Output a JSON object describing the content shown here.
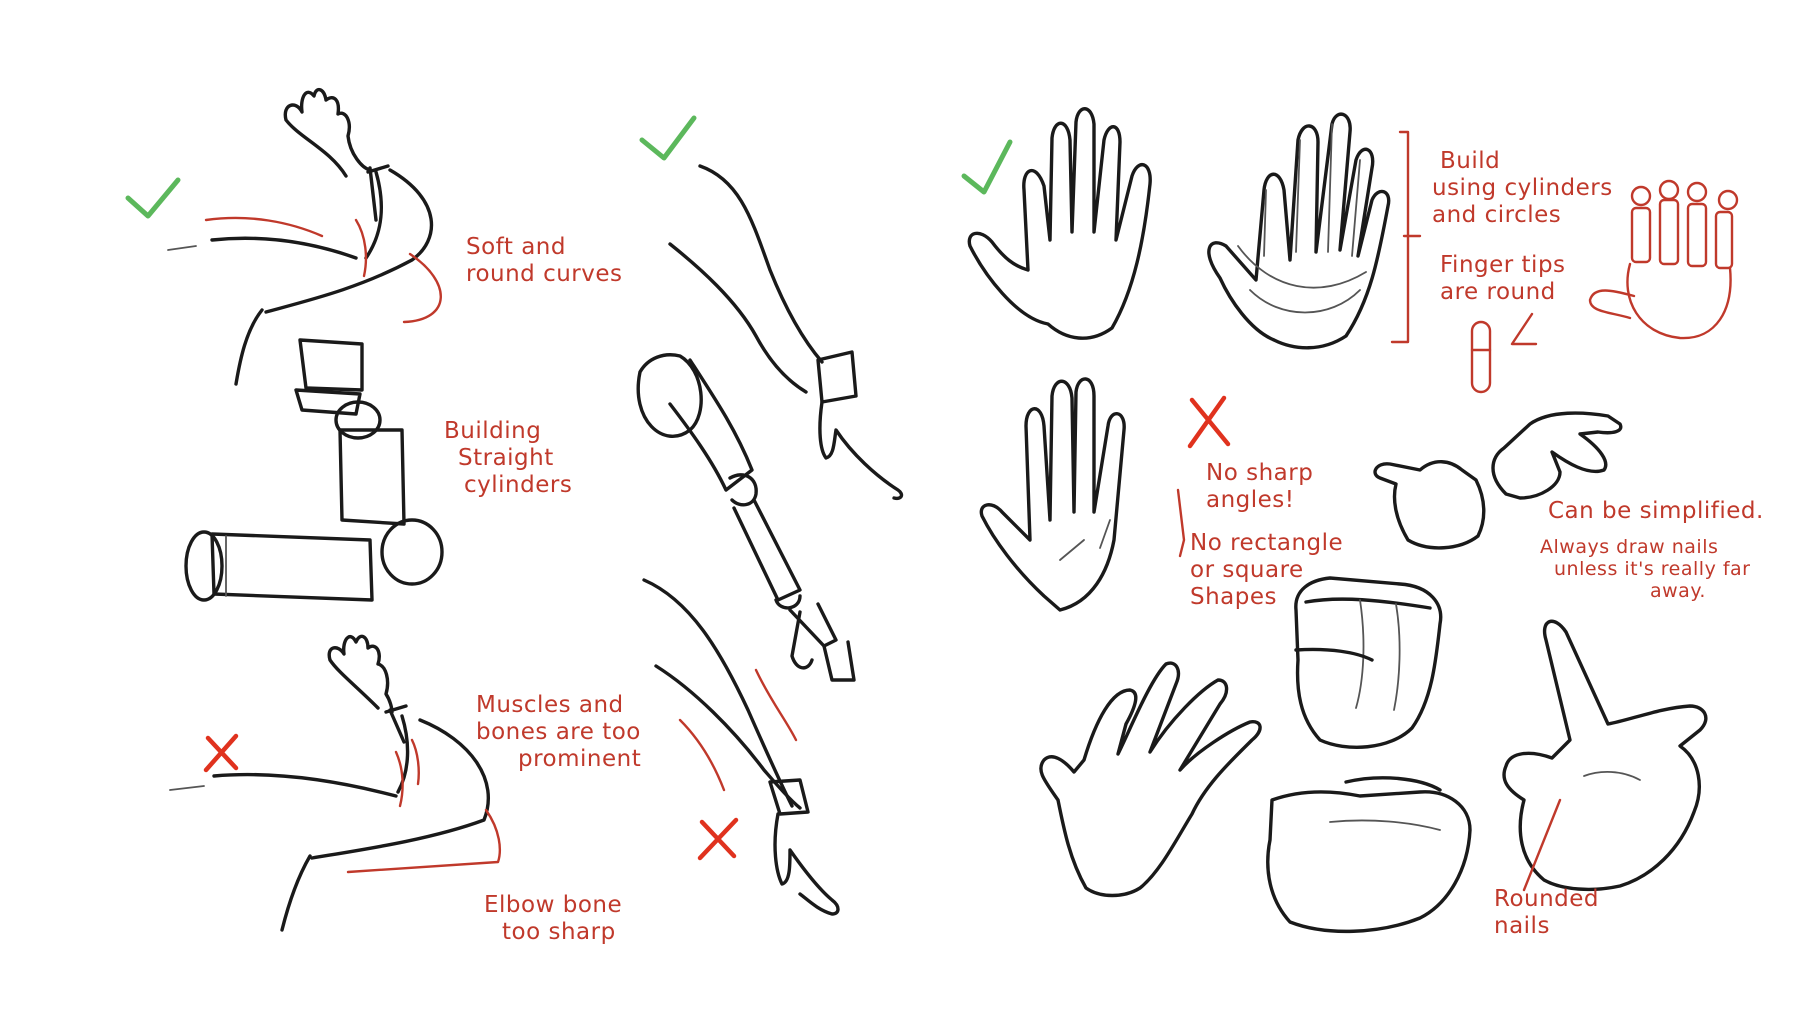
{
  "colors": {
    "ink": "#1a1a1a",
    "annotation": "#c0392b",
    "check": "#5cb85c",
    "cross": "#e0321e",
    "paper": "#ffffff"
  },
  "marks": {
    "check": "check-icon",
    "cross": "cross-icon"
  },
  "notes": {
    "soft_curves": [
      "Soft and",
      "round curves"
    ],
    "cylinders": [
      "Building",
      "Straight",
      "cylinders"
    ],
    "muscles": [
      "Muscles and",
      "bones are too",
      "prominent"
    ],
    "elbow": [
      "Elbow bone",
      "too sharp"
    ],
    "build": [
      "Build",
      "using cylinders",
      "and circles"
    ],
    "finger_tips": [
      "Finger tips",
      "are round"
    ],
    "no_sharp": [
      "No sharp",
      "angles!"
    ],
    "no_rect": [
      "No rectangle",
      "or square",
      "Shapes"
    ],
    "simplified": "Can be simplified.",
    "nails": [
      "Always draw nails",
      "unless it's really far",
      "away."
    ],
    "rounded": [
      "Rounded",
      "nails"
    ]
  }
}
